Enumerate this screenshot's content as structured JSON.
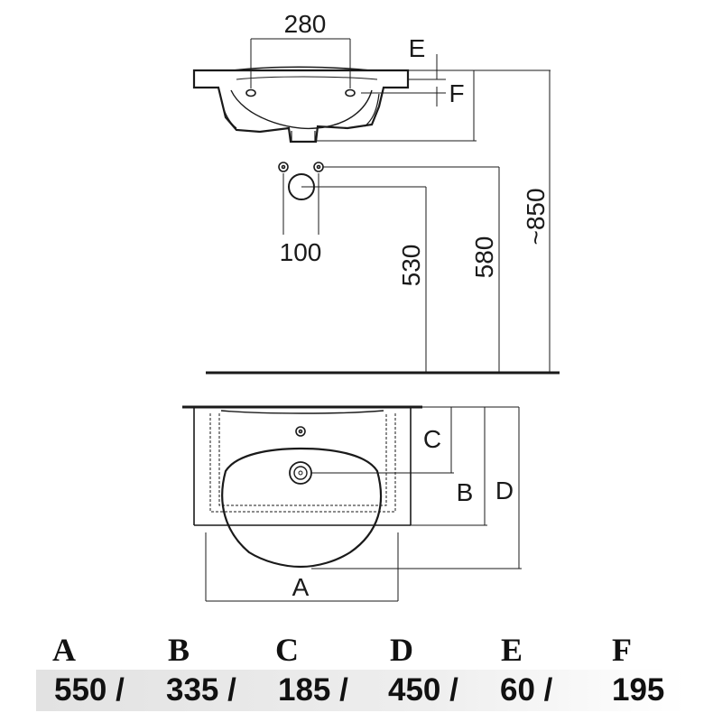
{
  "dimensions": {
    "top_width": "280",
    "e_label": "E",
    "f_label": "F",
    "pipe_spacing": "100",
    "drain_height": "530",
    "supply_height": "580",
    "total_height": "~850",
    "c_label": "C",
    "b_label": "B",
    "d_label": "D",
    "a_label": "A"
  },
  "table": {
    "headers": [
      "A",
      "B",
      "C",
      "D",
      "E",
      "F"
    ],
    "values": [
      "550 /",
      "335 /",
      "185 /",
      "450 /",
      "60 /",
      "195"
    ]
  }
}
